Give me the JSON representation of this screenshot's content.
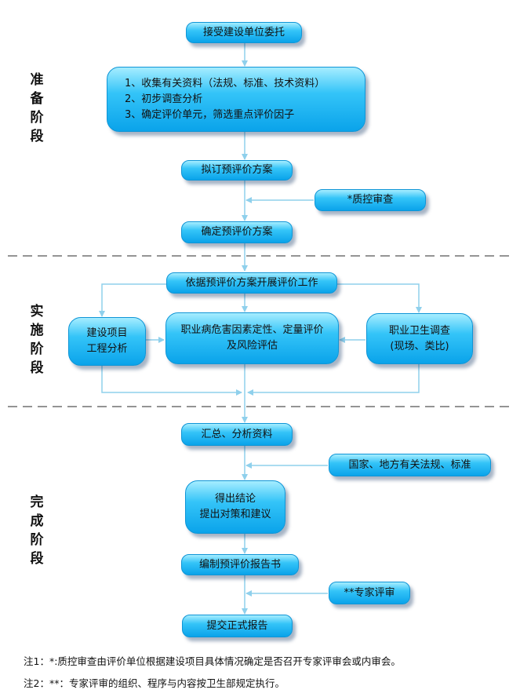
{
  "stages": [
    {
      "id": "prep",
      "chars": [
        "准",
        "备",
        "阶",
        "段"
      ]
    },
    {
      "id": "impl",
      "chars": [
        "实",
        "施",
        "阶",
        "段"
      ]
    },
    {
      "id": "done",
      "chars": [
        "完",
        "成",
        "阶",
        "段"
      ]
    }
  ],
  "nodes": {
    "accept": "接受建设单位委托",
    "collect": [
      "1、收集有关资料（法规、标准、技术资料）",
      "2、初步调查分析",
      "3、确定评价单元，筛选重点评价因子"
    ],
    "draft_plan": "拟订预评价方案",
    "qc_review": "*质控审查",
    "confirm_plan": "确定预评价方案",
    "execute": "依据预评价方案开展评价工作",
    "project_analysis": [
      "建设项目",
      "工程分析"
    ],
    "hazard_eval": [
      "职业病危害因素定性、定量评价",
      "及风险评估"
    ],
    "health_survey": [
      "职业卫生调查",
      "(现场、类比)"
    ],
    "summarize": "汇总、分析资料",
    "regulations": "国家、地方有关法规、标准",
    "conclusion": [
      "得出结论",
      "提出对策和建议"
    ],
    "compile_report": "编制预评价报告书",
    "expert_review": "**专家评审",
    "submit_report": "提交正式报告"
  },
  "notes": [
    "注1：*:质控审查由评价单位根据建设项目具体情况确定是否召开专家评审会或内审会。",
    "注2：**：专家评审的组织、程序与内容按卫生部规定执行。"
  ],
  "colors": {
    "box_top": "#a6edff",
    "box_bottom": "#0aa3ea",
    "arrow": "#8fd0ec",
    "divider": "#555555"
  }
}
